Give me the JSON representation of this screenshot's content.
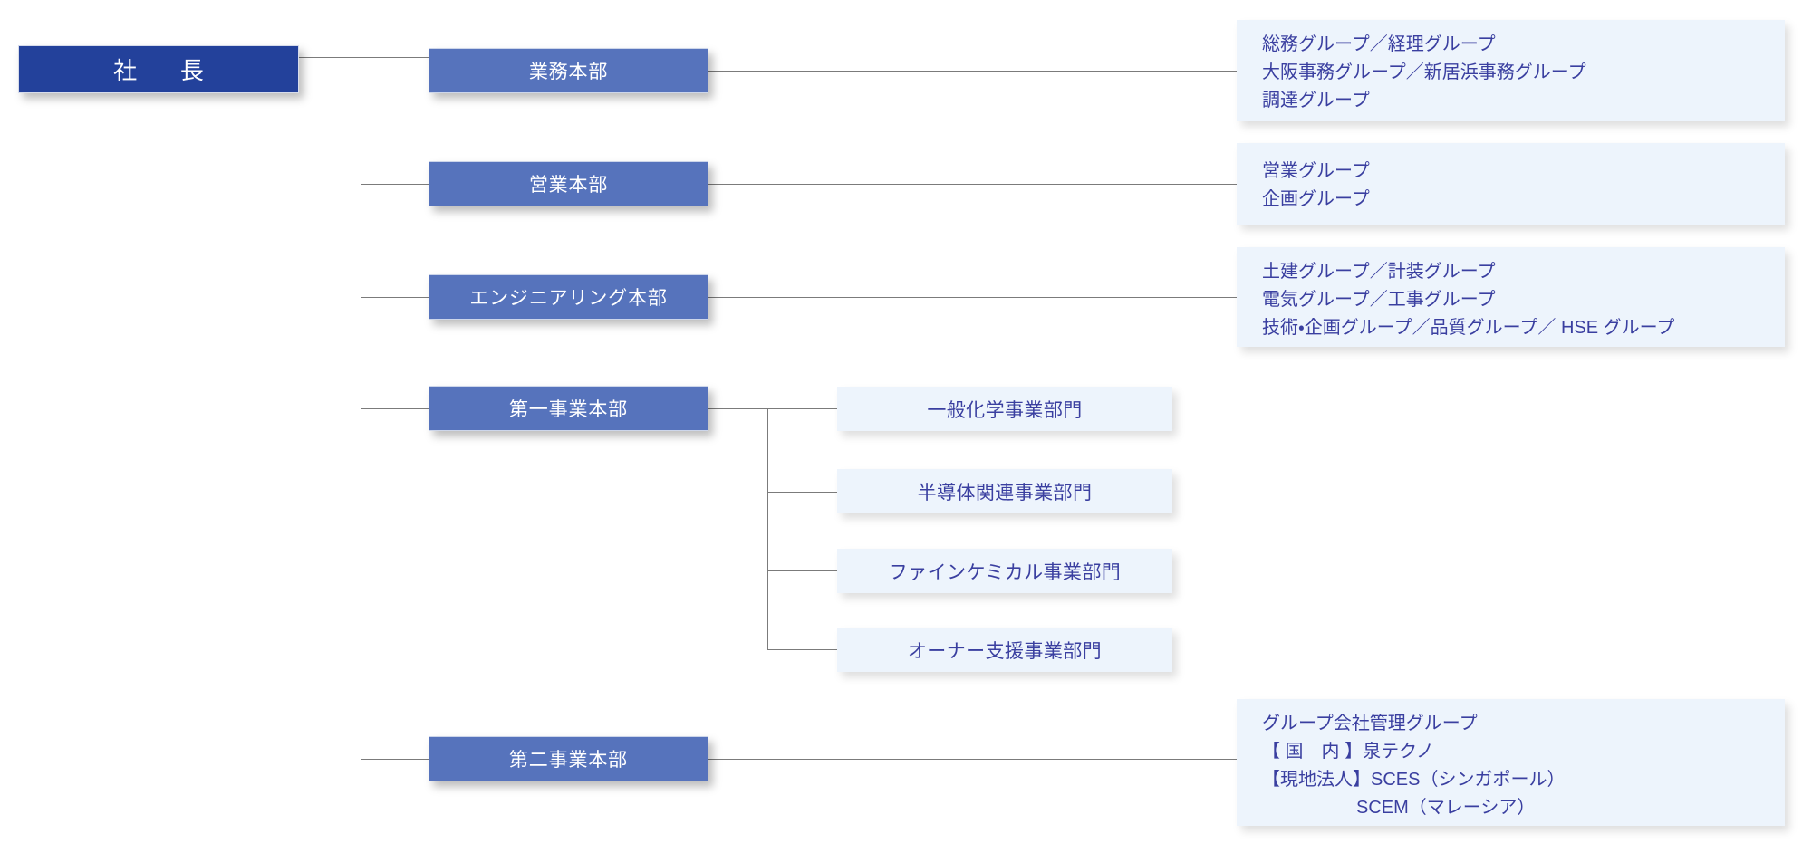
{
  "org_chart": {
    "root": {
      "label": "社　長"
    },
    "divisions": [
      {
        "label": "業務本部"
      },
      {
        "label": "営業本部"
      },
      {
        "label": "エンジニアリング本部"
      },
      {
        "label": "第一事業本部"
      },
      {
        "label": "第二事業本部"
      }
    ],
    "business_units": [
      {
        "label": "一般化学事業部門"
      },
      {
        "label": "半導体関連事業部門"
      },
      {
        "label": "ファインケミカル事業部門"
      },
      {
        "label": "オーナー支援事業部門"
      }
    ],
    "detail_boxes": [
      {
        "for": "業務本部",
        "lines": [
          {
            "text": "総務グループ／経理グループ",
            "indent": false
          },
          {
            "text": "大阪事務グループ／新居浜事務グループ",
            "indent": false
          },
          {
            "text": "調達グループ",
            "indent": false
          }
        ]
      },
      {
        "for": "営業本部",
        "lines": [
          {
            "text": "営業グループ",
            "indent": false
          },
          {
            "text": "企画グループ",
            "indent": false
          }
        ]
      },
      {
        "for": "エンジニアリング本部",
        "lines": [
          {
            "text": "土建グループ／計装グループ",
            "indent": false
          },
          {
            "text": "電気グループ／工事グループ",
            "indent": false
          },
          {
            "text": "技術・企画グループ／品質グループ／ HSE グループ",
            "indent": false
          }
        ]
      },
      {
        "for": "第二事業本部",
        "lines": [
          {
            "text": "グループ会社管理グループ",
            "indent": false
          },
          {
            "text": "【 国　内 】泉テクノ",
            "indent": false
          },
          {
            "text": "【現地法人】SCES（シンガポール）",
            "indent": false
          },
          {
            "text": "SCEM（マレーシア）",
            "indent": true
          }
        ]
      }
    ],
    "colors": {
      "president_fill": "#23419b",
      "division_fill": "#5673bc",
      "pale_fill": "#edf4fc",
      "detail_text": "#3a3fa0",
      "connector": "#7b7b7b",
      "page_background": "#ffffff"
    }
  }
}
